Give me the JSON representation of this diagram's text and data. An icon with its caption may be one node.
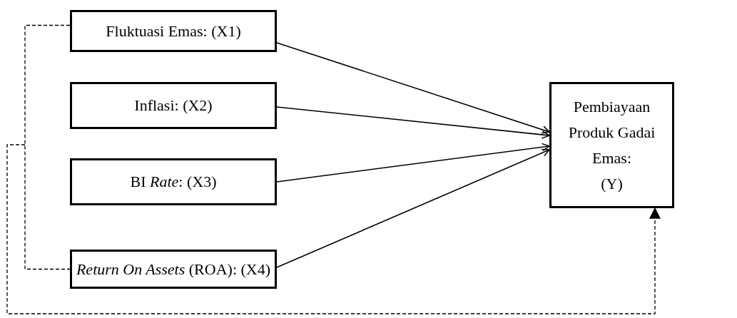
{
  "diagram": {
    "nodes": [
      {
        "text": [
          "Fluktuasi Emas: (X1)"
        ]
      },
      {
        "text": [
          "Inflasi: (X2)"
        ]
      },
      {
        "text": [
          "BI *Rate*: (X3)"
        ]
      },
      {
        "text": [
          "*Return On Assets* (ROA): (X4)"
        ]
      },
      {
        "text": [
          "Pembiayaan Produk Gadai Emas:",
          "(Y)"
        ]
      }
    ],
    "edges": [
      {
        "from": 0,
        "to": 4,
        "arrow": "to"
      },
      {
        "from": 1,
        "to": 4,
        "arrow": "to"
      },
      {
        "from": 2,
        "to": 4,
        "arrow": "to"
      },
      {
        "from": 3,
        "to": 4,
        "arrow": "to"
      },
      {
        "from": 0,
        "to": 3,
        "arrow": "none",
        "style": "dashed"
      },
      {
        "from": null,
        "to": 4,
        "arrow": "to",
        "style": "dashed"
      }
    ]
  }
}
